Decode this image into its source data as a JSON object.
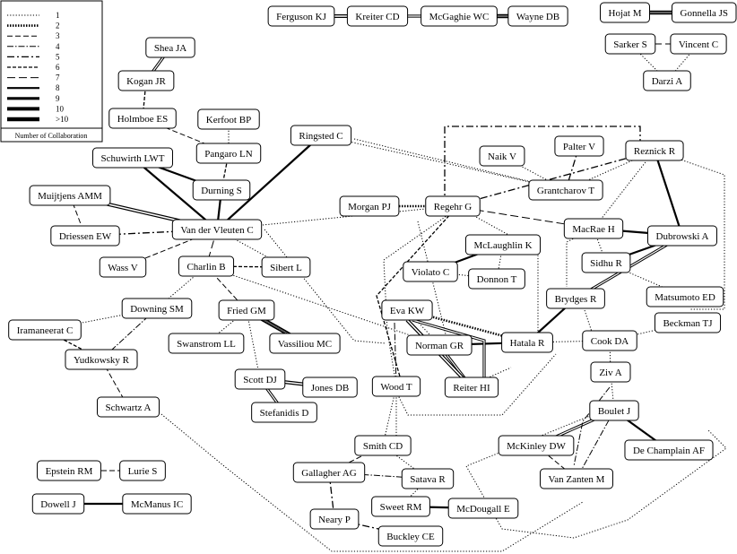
{
  "legend": {
    "title": "Number of Collaboration",
    "entries": [
      {
        "label": "1",
        "style": "s1"
      },
      {
        "label": "2",
        "style": "s2"
      },
      {
        "label": "3",
        "style": "s3"
      },
      {
        "label": "4",
        "style": "s4"
      },
      {
        "label": "5",
        "style": "s5"
      },
      {
        "label": "6",
        "style": "s6"
      },
      {
        "label": "7",
        "style": "s7"
      },
      {
        "label": "8",
        "style": "s8"
      },
      {
        "label": "9",
        "style": "s9"
      },
      {
        "label": "10",
        "style": "s10"
      },
      {
        "label": ">10",
        "style": "s11"
      }
    ]
  },
  "nodes": [
    {
      "id": "ferguson",
      "label": "Ferguson KJ"
    },
    {
      "id": "kreiter",
      "label": "Kreiter CD"
    },
    {
      "id": "mcgaghie",
      "label": "McGaghie WC"
    },
    {
      "id": "wayne",
      "label": "Wayne DB"
    },
    {
      "id": "hojat",
      "label": "Hojat M"
    },
    {
      "id": "gonnella",
      "label": "Gonnella JS"
    },
    {
      "id": "sarker",
      "label": "Sarker S"
    },
    {
      "id": "vincent",
      "label": "Vincent C"
    },
    {
      "id": "darzi",
      "label": "Darzi A"
    },
    {
      "id": "shea",
      "label": "Shea JA"
    },
    {
      "id": "kogan",
      "label": "Kogan JR"
    },
    {
      "id": "holmboe",
      "label": "Holmboe ES"
    },
    {
      "id": "kerfoot",
      "label": "Kerfoot BP"
    },
    {
      "id": "pangaro",
      "label": "Pangaro LN"
    },
    {
      "id": "ringsted",
      "label": "Ringsted C"
    },
    {
      "id": "schuwirth",
      "label": "Schuwirth LWT"
    },
    {
      "id": "durning",
      "label": "Durning S"
    },
    {
      "id": "muijtjens",
      "label": "Muijtjens AMM"
    },
    {
      "id": "vdvleuten",
      "label": "Van der Vleuten C"
    },
    {
      "id": "driessen",
      "label": "Driessen EW"
    },
    {
      "id": "wass",
      "label": "Wass V"
    },
    {
      "id": "charlin",
      "label": "Charlin B"
    },
    {
      "id": "sibert",
      "label": "Sibert L"
    },
    {
      "id": "naik",
      "label": "Naik V"
    },
    {
      "id": "palter",
      "label": "Palter V"
    },
    {
      "id": "reznick",
      "label": "Reznick R"
    },
    {
      "id": "grantcharov",
      "label": "Grantcharov T"
    },
    {
      "id": "morgan",
      "label": "Morgan PJ"
    },
    {
      "id": "regehr",
      "label": "Regehr G"
    },
    {
      "id": "macrae",
      "label": "MacRae H"
    },
    {
      "id": "dubrowski",
      "label": "Dubrowski A"
    },
    {
      "id": "mclaughlin",
      "label": "McLaughlin K"
    },
    {
      "id": "sidhu",
      "label": "Sidhu R"
    },
    {
      "id": "violato",
      "label": "Violato C"
    },
    {
      "id": "donnon",
      "label": "Donnon T"
    },
    {
      "id": "matsumoto",
      "label": "Matsumoto ED"
    },
    {
      "id": "brydges",
      "label": "Brydges R"
    },
    {
      "id": "downing",
      "label": "Downing SM"
    },
    {
      "id": "friedgm",
      "label": "Fried GM"
    },
    {
      "id": "evakw",
      "label": "Eva KW"
    },
    {
      "id": "beckman",
      "label": "Beckman TJ"
    },
    {
      "id": "iramaneerat",
      "label": "Iramaneerat C"
    },
    {
      "id": "swanstrom",
      "label": "Swanstrom LL"
    },
    {
      "id": "vassiliou",
      "label": "Vassiliou MC"
    },
    {
      "id": "norman",
      "label": "Norman GR"
    },
    {
      "id": "hatala",
      "label": "Hatala R"
    },
    {
      "id": "cookda",
      "label": "Cook DA"
    },
    {
      "id": "yudkowsky",
      "label": "Yudkowsky R"
    },
    {
      "id": "scottdj",
      "label": "Scott DJ"
    },
    {
      "id": "jonesdb",
      "label": "Jones DB"
    },
    {
      "id": "woodt",
      "label": "Wood T"
    },
    {
      "id": "reiter",
      "label": "Reiter HI"
    },
    {
      "id": "ziva",
      "label": "Ziv A"
    },
    {
      "id": "schwartz",
      "label": "Schwartz A"
    },
    {
      "id": "stefanidis",
      "label": "Stefanidis D"
    },
    {
      "id": "boulet",
      "label": "Boulet J"
    },
    {
      "id": "smithcd",
      "label": "Smith CD"
    },
    {
      "id": "mckinley",
      "label": "McKinley DW"
    },
    {
      "id": "dechamplain",
      "label": "De Champlain AF"
    },
    {
      "id": "epstein",
      "label": "Epstein RM"
    },
    {
      "id": "lurie",
      "label": "Lurie S"
    },
    {
      "id": "gallagher",
      "label": "Gallagher AG"
    },
    {
      "id": "satava",
      "label": "Satava R"
    },
    {
      "id": "vanzanten",
      "label": "Van Zanten M"
    },
    {
      "id": "dowell",
      "label": "Dowell J"
    },
    {
      "id": "mcmanus",
      "label": "McManus IC"
    },
    {
      "id": "sweet",
      "label": "Sweet RM"
    },
    {
      "id": "mcdougall",
      "label": "McDougall E"
    },
    {
      "id": "neary",
      "label": "Neary P"
    },
    {
      "id": "buckley",
      "label": "Buckley CE"
    }
  ],
  "edges": [
    {
      "from": "ferguson",
      "to": "kreiter",
      "weight": 10
    },
    {
      "from": "kreiter",
      "to": "mcgaghie",
      "weight": 9
    },
    {
      "from": "mcgaghie",
      "to": "wayne",
      "weight": 11
    },
    {
      "from": "hojat",
      "to": "gonnella",
      "weight": 11
    },
    {
      "from": "sarker",
      "to": "vincent",
      "weight": 7
    },
    {
      "from": "sarker",
      "to": "darzi",
      "weight": 1
    },
    {
      "from": "vincent",
      "to": "darzi",
      "weight": 1
    },
    {
      "from": "shea",
      "to": "kogan",
      "weight": 9
    },
    {
      "from": "kogan",
      "to": "holmboe",
      "weight": 6
    },
    {
      "from": "holmboe",
      "to": "pangaro",
      "weight": 3
    },
    {
      "from": "kerfoot",
      "to": "pangaro",
      "weight": 1
    },
    {
      "from": "pangaro",
      "to": "durning",
      "weight": 6
    },
    {
      "from": "schuwirth",
      "to": "durning",
      "weight": 8
    },
    {
      "from": "schuwirth",
      "to": "vdvleuten",
      "weight": 8
    },
    {
      "from": "durning",
      "to": "vdvleuten",
      "weight": 8
    },
    {
      "from": "muijtjens",
      "to": "vdvleuten",
      "weight": 10
    },
    {
      "from": "muijtjens",
      "to": "driessen",
      "weight": 3
    },
    {
      "from": "driessen",
      "to": "vdvleuten",
      "weight": 5
    },
    {
      "from": "wass",
      "to": "vdvleuten",
      "weight": 3
    },
    {
      "from": "vdvleuten",
      "to": "charlin",
      "weight": 7
    },
    {
      "from": "vdvleuten",
      "to": "sibert",
      "weight": 1
    },
    {
      "from": "charlin",
      "to": "sibert",
      "weight": 6
    },
    {
      "from": "ringsted",
      "to": "vdvleuten",
      "weight": 8
    },
    {
      "from": "ringsted",
      "to": "grantcharov",
      "weight": 1
    },
    {
      "from": "vdvleuten",
      "to": "regehr",
      "weight": 1
    },
    {
      "from": "charlin",
      "to": "downing",
      "weight": 1
    },
    {
      "from": "charlin",
      "to": "friedgm",
      "weight": 3
    },
    {
      "from": "charlin",
      "to": "norman",
      "weight": 1
    },
    {
      "from": "friedgm",
      "to": "swanstrom",
      "weight": 1
    },
    {
      "from": "friedgm",
      "to": "vassiliou",
      "weight": 11
    },
    {
      "from": "friedgm",
      "to": "scottdj",
      "weight": 1
    },
    {
      "from": "scottdj",
      "to": "jonesdb",
      "weight": 10
    },
    {
      "from": "scottdj",
      "to": "stefanidis",
      "weight": 9
    },
    {
      "from": "downing",
      "to": "iramaneerat",
      "weight": 1
    },
    {
      "from": "downing",
      "to": "yudkowsky",
      "weight": 4
    },
    {
      "from": "iramaneerat",
      "to": "yudkowsky",
      "weight": 6
    },
    {
      "from": "yudkowsky",
      "to": "schwartz",
      "weight": 3
    },
    {
      "from": "naik",
      "to": "grantcharov",
      "weight": 1
    },
    {
      "from": "palter",
      "to": "grantcharov",
      "weight": 5
    },
    {
      "from": "grantcharov",
      "to": "reznick",
      "weight": 1
    },
    {
      "from": "regehr",
      "to": "reznick",
      "weight": 5
    },
    {
      "from": "morgan",
      "to": "regehr",
      "weight": 2
    },
    {
      "from": "regehr",
      "to": "macrae",
      "weight": 7
    },
    {
      "from": "macrae",
      "to": "reznick",
      "weight": 1
    },
    {
      "from": "macrae",
      "to": "dubrowski",
      "weight": 8
    },
    {
      "from": "reznick",
      "to": "dubrowski",
      "weight": 8
    },
    {
      "from": "macrae",
      "to": "sidhu",
      "weight": 1
    },
    {
      "from": "sidhu",
      "to": "dubrowski",
      "weight": 8
    },
    {
      "from": "sidhu",
      "to": "matsumoto",
      "weight": 1
    },
    {
      "from": "brydges",
      "to": "dubrowski",
      "weight": 9
    },
    {
      "from": "mclaughlin",
      "to": "violato",
      "weight": 8
    },
    {
      "from": "mclaughlin",
      "to": "donnon",
      "weight": 1
    },
    {
      "from": "violato",
      "to": "donnon",
      "weight": 1
    },
    {
      "from": "evakw",
      "to": "hatala",
      "weight": 2
    },
    {
      "from": "evakw",
      "to": "norman",
      "weight": 1
    },
    {
      "from": "norman",
      "to": "hatala",
      "weight": 8
    },
    {
      "from": "norman",
      "to": "reiter",
      "weight": 9
    },
    {
      "from": "hatala",
      "to": "brydges",
      "weight": 8
    },
    {
      "from": "hatala",
      "to": "cookda",
      "weight": 1
    },
    {
      "from": "cookda",
      "to": "beckman",
      "weight": 1
    },
    {
      "from": "cookda",
      "to": "ziva",
      "weight": 1
    },
    {
      "from": "ziva",
      "to": "boulet",
      "weight": 1
    },
    {
      "from": "boulet",
      "to": "mckinley",
      "weight": 9
    },
    {
      "from": "boulet",
      "to": "dechamplain",
      "weight": 8
    },
    {
      "from": "boulet",
      "to": "vanzanten",
      "weight": 4
    },
    {
      "from": "mckinley",
      "to": "vanzanten",
      "weight": 3
    },
    {
      "from": "woodt",
      "to": "smithcd",
      "weight": 1
    },
    {
      "from": "smithcd",
      "to": "gallagher",
      "weight": 3
    },
    {
      "from": "smithcd",
      "to": "satava",
      "weight": 1
    },
    {
      "from": "gallagher",
      "to": "satava",
      "weight": 4
    },
    {
      "from": "gallagher",
      "to": "neary",
      "weight": 5
    },
    {
      "from": "satava",
      "to": "sweet",
      "weight": 1
    },
    {
      "from": "sweet",
      "to": "mcdougall",
      "weight": 8
    },
    {
      "from": "neary",
      "to": "buckley",
      "weight": 5
    },
    {
      "from": "epstein",
      "to": "lurie",
      "weight": 3
    },
    {
      "from": "dowell",
      "to": "mcmanus",
      "weight": 8
    }
  ]
}
